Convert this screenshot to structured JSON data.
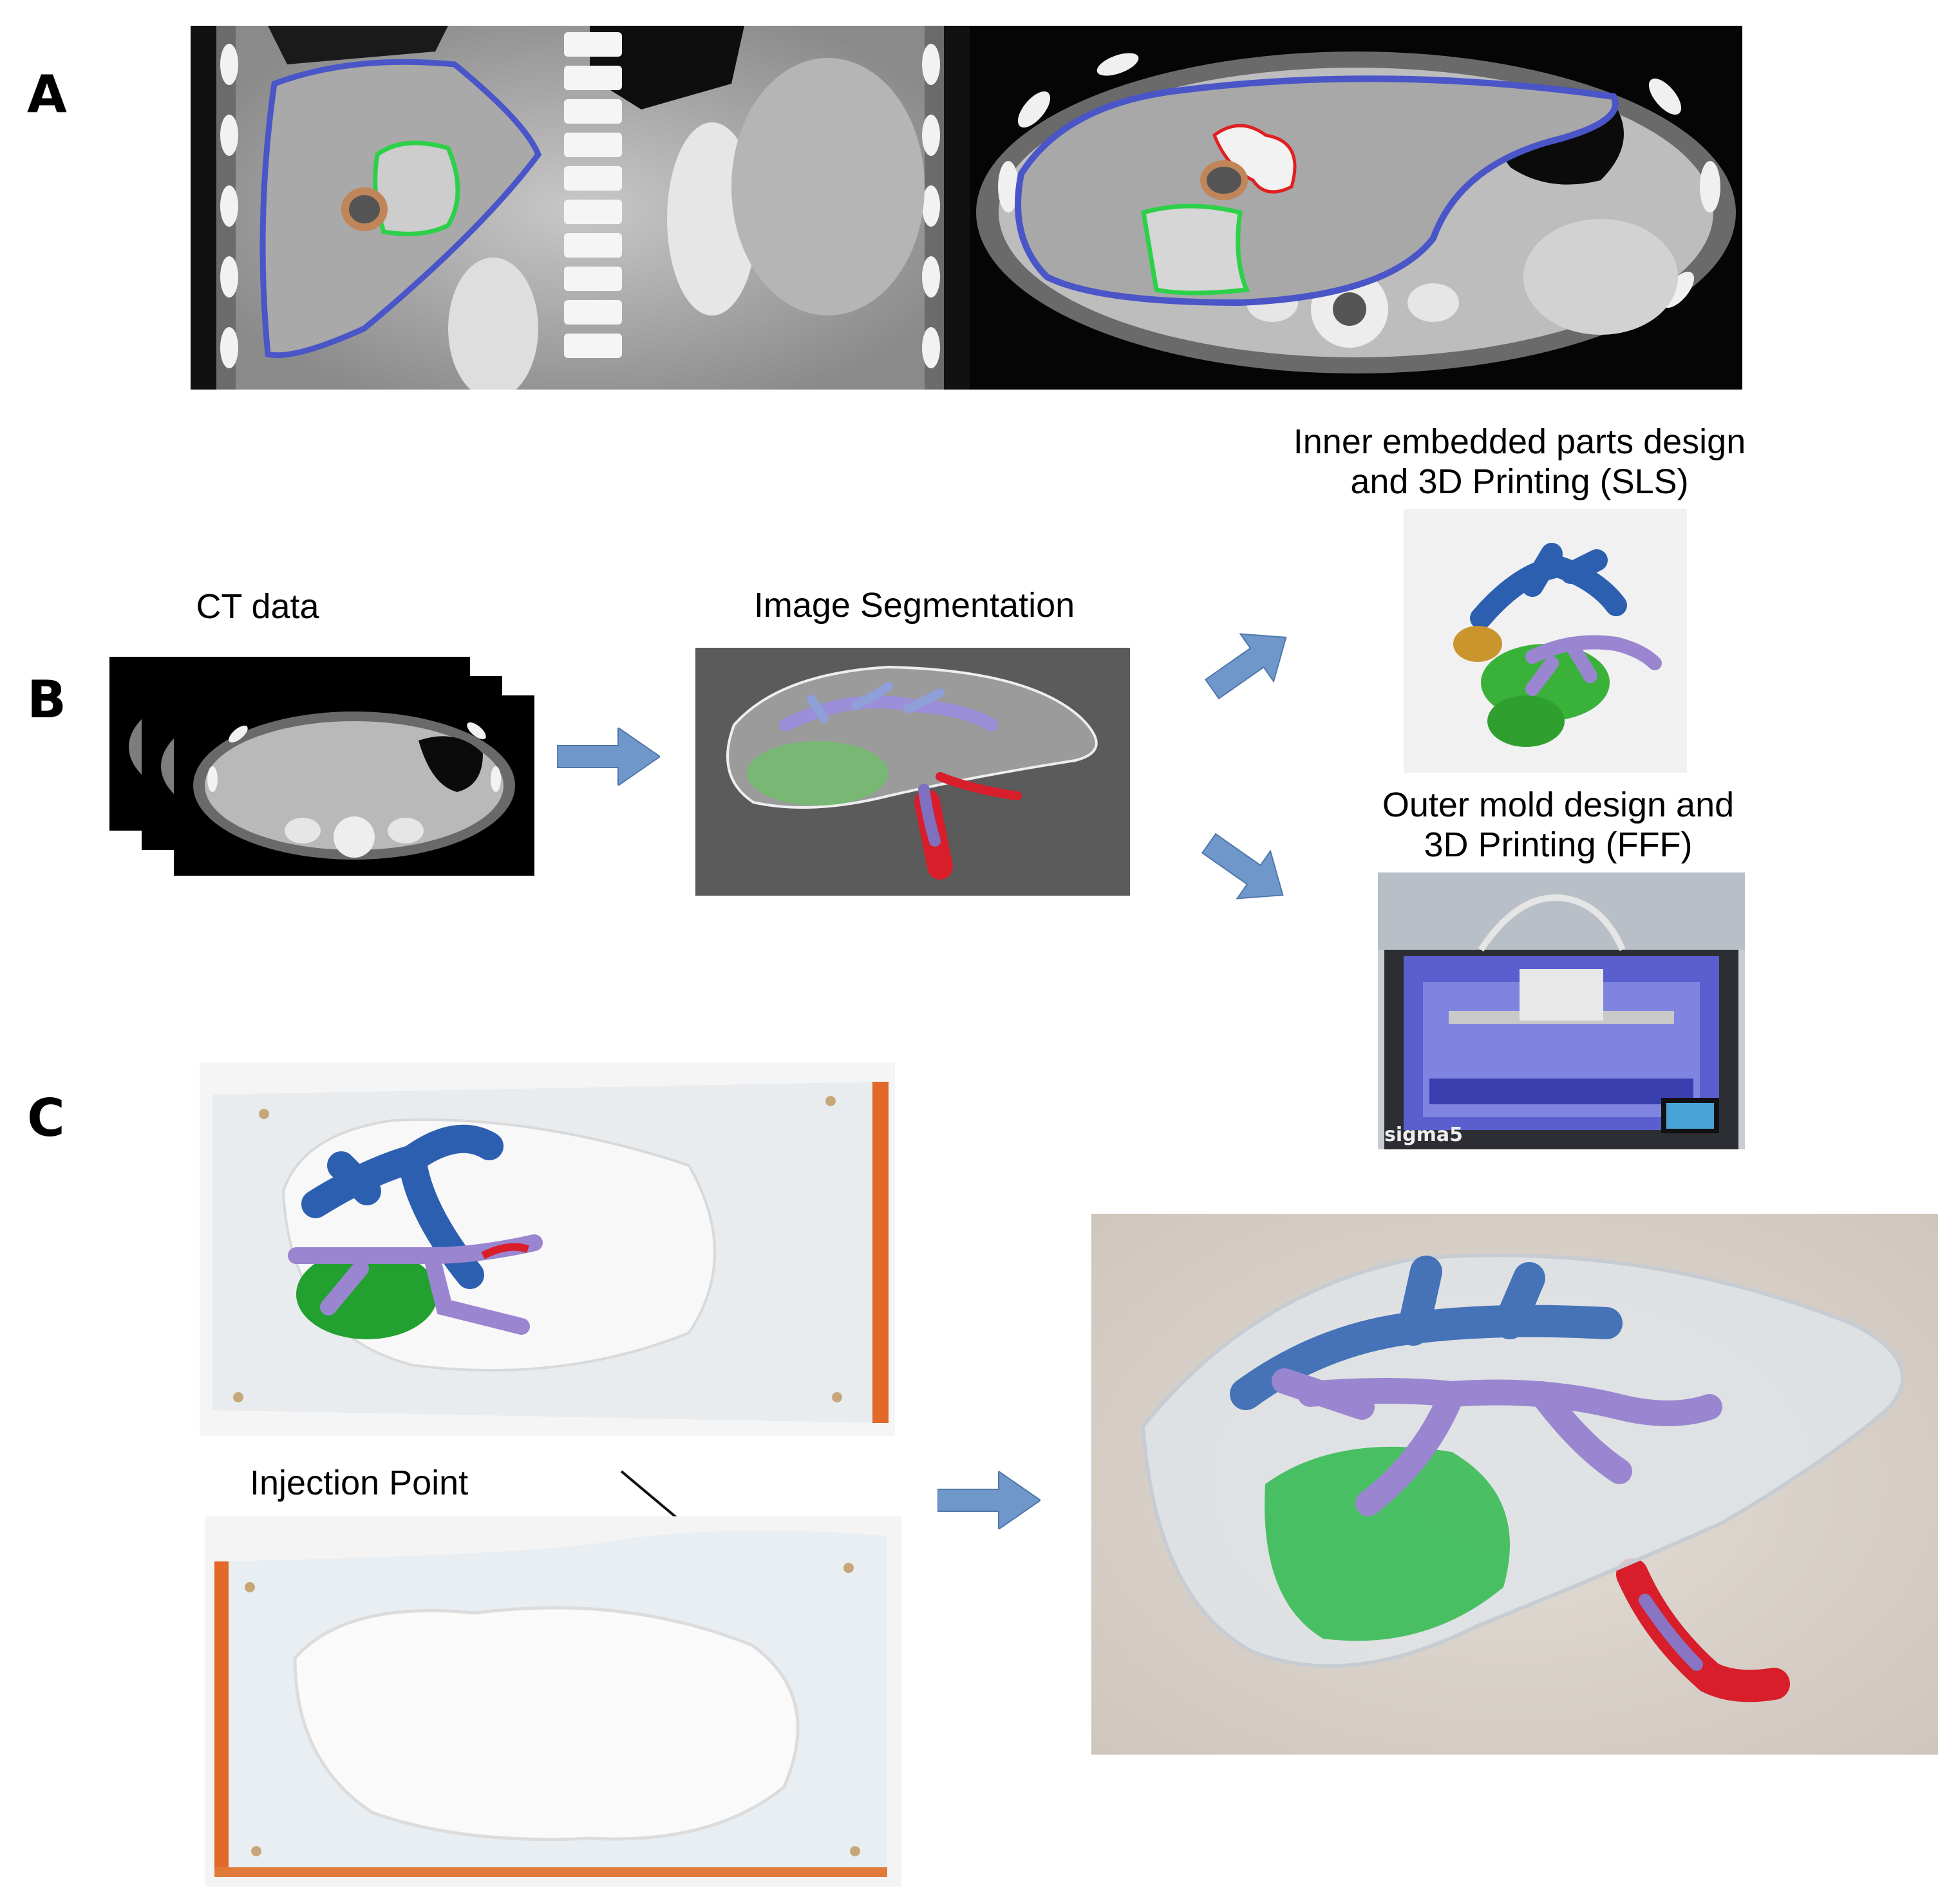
{
  "panels": {
    "a": {
      "letter": "A"
    },
    "b": {
      "letter": "B",
      "ct_label": "CT data",
      "seg_label": "Image Segmentation",
      "inner_label_line1": "Inner embedded parts design",
      "inner_label_line2": "and 3D Printing (SLS)",
      "outer_label_line1": "Outer mold design and",
      "outer_label_line2": "3D Printing (FFF)",
      "printer_brand": "sigma5"
    },
    "c": {
      "letter": "C",
      "injection_label": "Injection Point"
    }
  },
  "colors": {
    "liver_contour": "#4a55c8",
    "tumor_contour": "#2ed04a",
    "lesion_contour": "#c0865a",
    "vessel_contour": "#e02020",
    "arrow": "#6f97c9",
    "portal_vein": "#2c5fb0",
    "hepatic_vein": "#9a86d0",
    "artery": "#d81e2a",
    "tumor": "#2db84a"
  }
}
